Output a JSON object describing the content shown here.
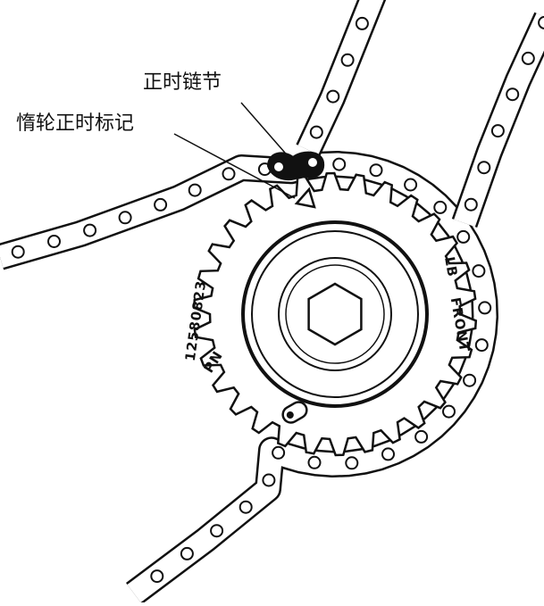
{
  "labels": {
    "timing_link": "正时链节",
    "idler_timing_mark": "惰轮正时标记"
  },
  "gear_markings": {
    "part_number": "12580823",
    "prefix": "LB",
    "front_text": "FRONT",
    "left_prefix": "PN"
  },
  "colors": {
    "ink": "#111111",
    "paper": "#ffffff"
  }
}
